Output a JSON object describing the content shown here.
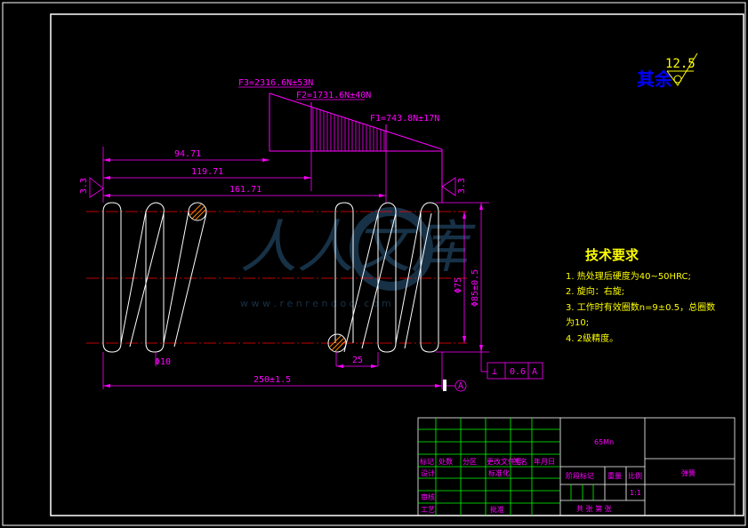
{
  "forces": {
    "f3": "F3=2316.6N±53N",
    "f2": "F2=1731.6N±40N",
    "f1": "F1=743.8N±17N"
  },
  "dimensions": {
    "d1": "94.71",
    "d2": "119.71",
    "d3": "161.71",
    "wire_dia": "Φ10",
    "pitch": "25",
    "free_length": "250±1.5",
    "inner_dia": "Φ75",
    "outer_dia": "Φ85±0.5",
    "angle_left": "3.3",
    "angle_right": "3.3",
    "tol_symbol": "⊥",
    "tol_value": "0.6",
    "tol_datum": "A",
    "datum_label": "A"
  },
  "roughness": {
    "label": "其余",
    "value": "12.5"
  },
  "tech_req": {
    "title": "技术要求",
    "items": [
      "1. 热处理后硬度为40~50HRC;",
      "2. 旋向：右旋;",
      "3. 工作时有效圈数n=9±0.5，总圈数",
      "为10;",
      "4. 2级精度。"
    ]
  },
  "title_block": {
    "material": "65Mn",
    "part_name": "弹簧",
    "scale": "1:1",
    "row_labels": [
      "标记",
      "处数",
      "分区",
      "更改文件号",
      "签名",
      "年月日"
    ],
    "design": "设计",
    "standard": "标准化",
    "review": "审核",
    "process": "工艺",
    "approve": "批准",
    "stage_mark": "阶段标记",
    "weight": "重量",
    "scale_label": "比例",
    "sheets": "共  张  第  张"
  },
  "watermark": {
    "text": "人人文库",
    "url": "w w w . r e n r e n d o c . c o m"
  },
  "colors": {
    "background": "#000000",
    "frame": "#ffffff",
    "dimension": "#ff00ff",
    "centerline": "#ff0000",
    "title_grid": "#00ff00",
    "note_text": "#ffff00",
    "roughness_text": "#0000ff",
    "section_hatch": "#ff8800"
  }
}
